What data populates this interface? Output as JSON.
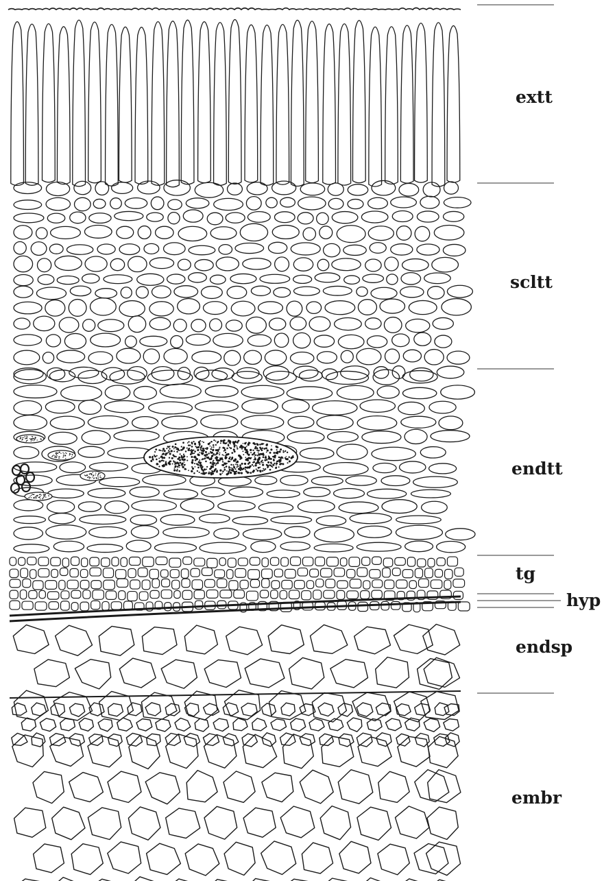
{
  "figure": {
    "type": "botanical-cross-section-drawing",
    "ink_color": "#1a1a1a",
    "paper_color": "#ffffff",
    "layers": [
      {
        "id": "exotesta",
        "label": "extt"
      },
      {
        "id": "sclerotesta",
        "label": "scltt"
      },
      {
        "id": "endotesta",
        "label": "endtt"
      },
      {
        "id": "tegmen",
        "label": "tg"
      },
      {
        "id": "hypostase",
        "label": "hyp"
      },
      {
        "id": "endosperm",
        "label": "endsp"
      },
      {
        "id": "embryo",
        "label": "embr"
      }
    ]
  }
}
